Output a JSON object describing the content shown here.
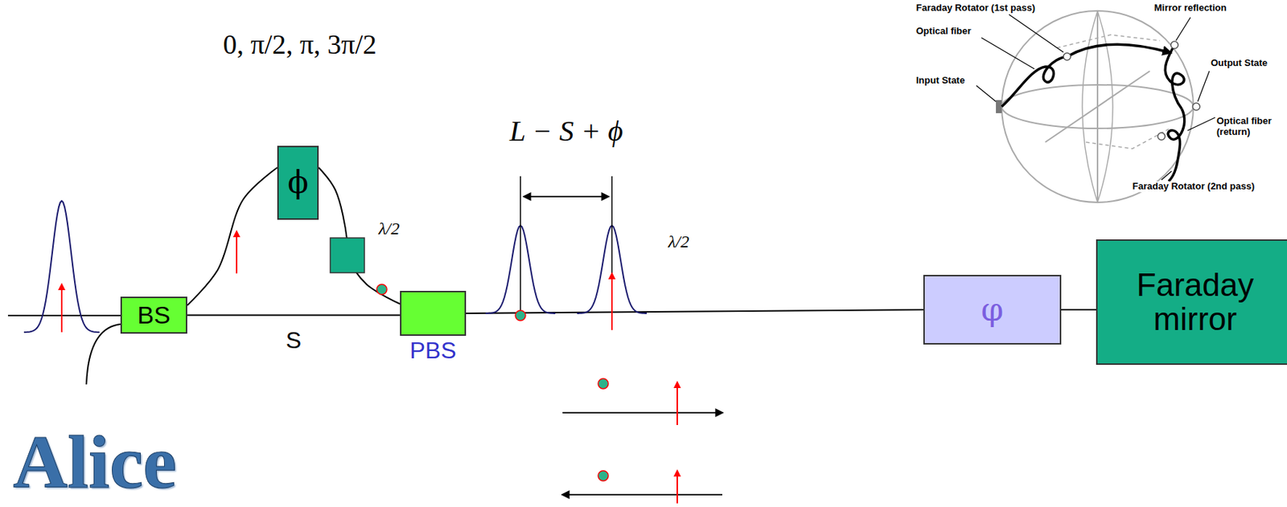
{
  "diagram": {
    "nodes": [
      {
        "text": [
          "BS"
        ]
      },
      {
        "text": [
          "ϕ"
        ]
      },
      {
        "text": [
          "PBS"
        ]
      },
      {
        "text": [
          "φ"
        ]
      },
      {
        "text": [
          "Faraday mirror"
        ]
      }
    ],
    "edges": [
      {
        "from": 0,
        "to": 1,
        "arrow": "none"
      },
      {
        "from": 1,
        "to": 2,
        "arrow": "none"
      },
      {
        "from": 0,
        "to": 2,
        "label": "S",
        "arrow": "none"
      },
      {
        "from": 2,
        "to": 3,
        "arrow": "none"
      },
      {
        "from": 3,
        "to": 4,
        "arrow": "none"
      }
    ],
    "labels": [
      "0, π/2, π, 3π/2",
      "L − S + ϕ",
      "λ/2",
      "λ/2",
      "Alice",
      "Faraday Rotator (1st pass)",
      "Mirror reflection",
      "Optical fiber",
      "Output State",
      "Input State",
      "Optical fiber (return)",
      "Faraday Rotator (2nd pass)"
    ]
  }
}
